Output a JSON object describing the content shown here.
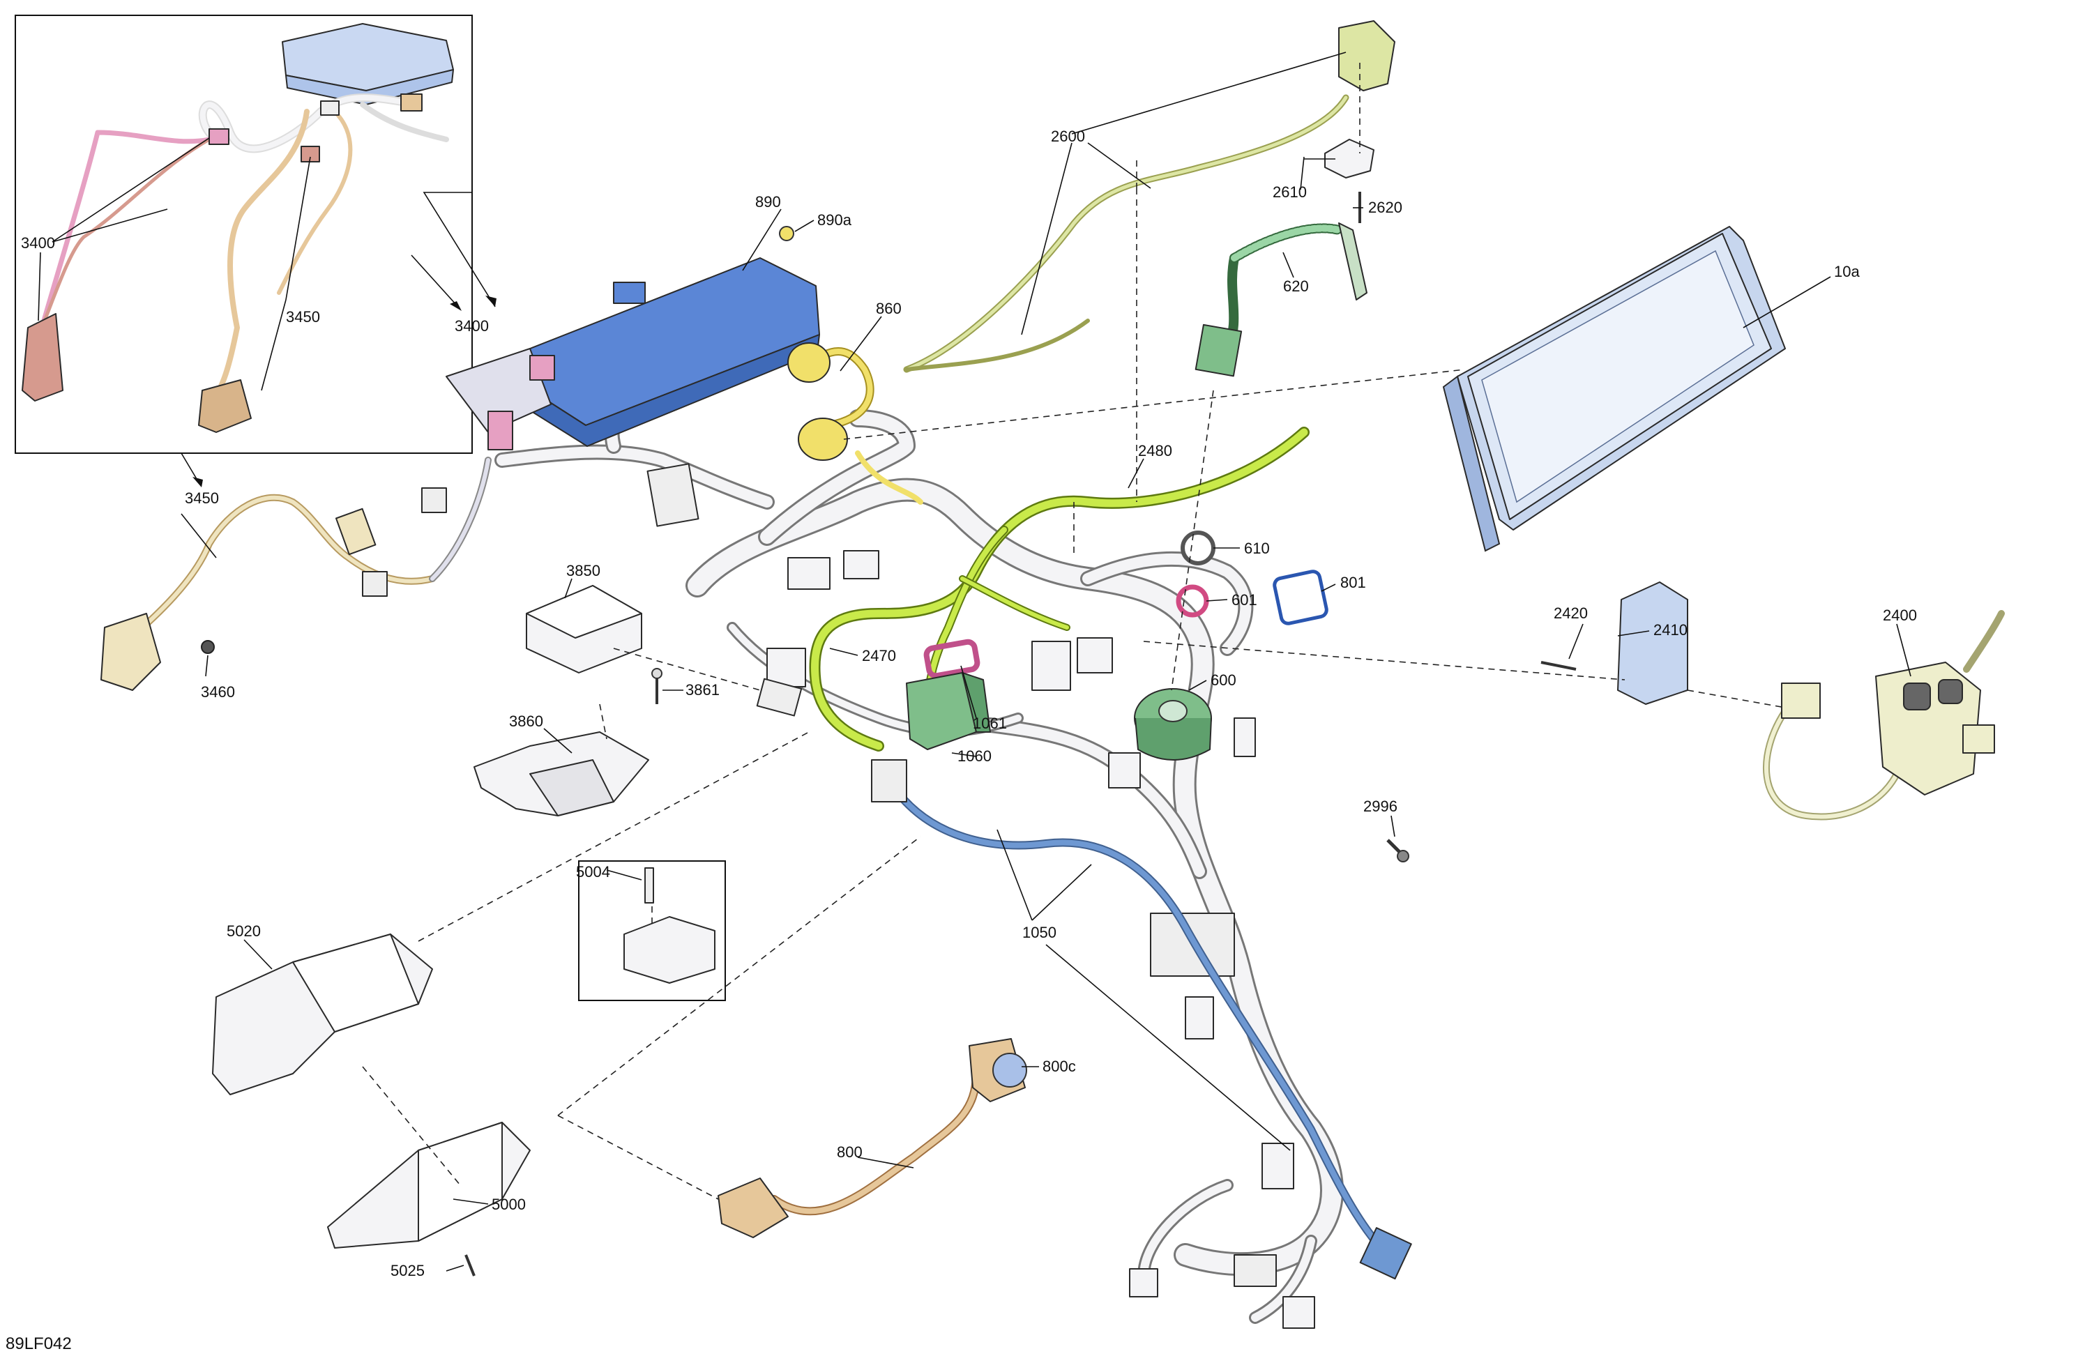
{
  "drawing_code": "89LF042",
  "callouts": {
    "c3400_a": "3400",
    "c3400_b": "3400",
    "c3450_a": "3450",
    "c3450_b": "3450",
    "c3460": "3460",
    "c890": "890",
    "c890a": "890a",
    "c860": "860",
    "c2600": "2600",
    "c2610": "2610",
    "c2620": "2620",
    "c620": "620",
    "c10a": "10a",
    "c2480": "2480",
    "c610": "610",
    "c601": "601",
    "c801": "801",
    "c3850": "3850",
    "c3861": "3861",
    "c3860": "3860",
    "c2470": "2470",
    "c1061": "1061",
    "c1060": "1060",
    "c600": "600",
    "c2420": "2420",
    "c2410": "2410",
    "c2400": "2400",
    "c2996": "2996",
    "c5004": "5004",
    "c1050": "1050",
    "c5020": "5020",
    "c800c": "800c",
    "c800": "800",
    "c5000": "5000",
    "c5025": "5025"
  },
  "colors": {
    "harness_white": "#f4f4f6",
    "module_blue": "#5b86d6",
    "green_wire": "#c9ea4a",
    "yellow_green": "#dde6a4",
    "yellow": "#f1e06a",
    "pink": "#e6a0c2",
    "salmon": "#d69a8e",
    "tan": "#e6c79a",
    "cream": "#efe4bf",
    "green_part": "#7fbe8a",
    "light_blue": "#c6d6f0",
    "blue_wire": "#6e98d2",
    "display_blue": "#dde7f6"
  }
}
